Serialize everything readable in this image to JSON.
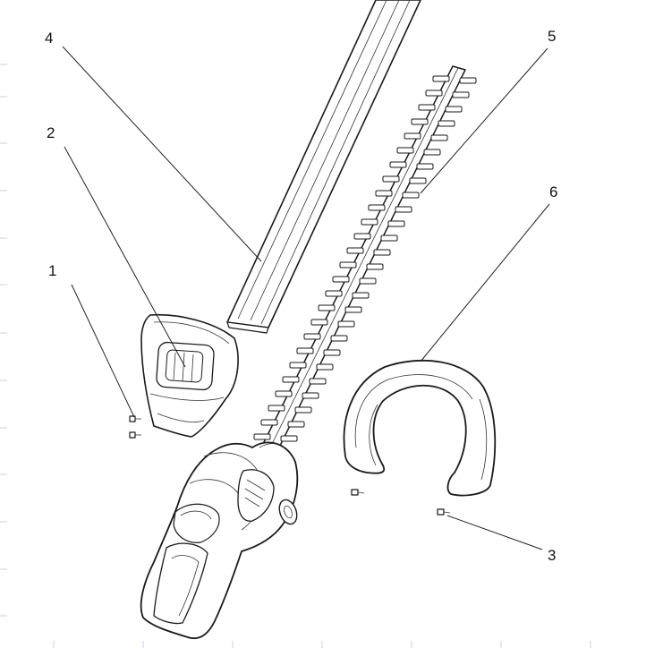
{
  "callouts": [
    {
      "id": "1",
      "label": "1",
      "part": "screws"
    },
    {
      "id": "2",
      "label": "2",
      "part": "hand-guard"
    },
    {
      "id": "3",
      "label": "3",
      "part": "screw"
    },
    {
      "id": "4",
      "label": "4",
      "part": "blade-cover"
    },
    {
      "id": "5",
      "label": "5",
      "part": "blade"
    },
    {
      "id": "6",
      "label": "6",
      "part": "front-handle"
    }
  ],
  "colors": {
    "line": "#1a1a1a",
    "background": "#ffffff",
    "edge_ticks": "#c9d3e3"
  }
}
